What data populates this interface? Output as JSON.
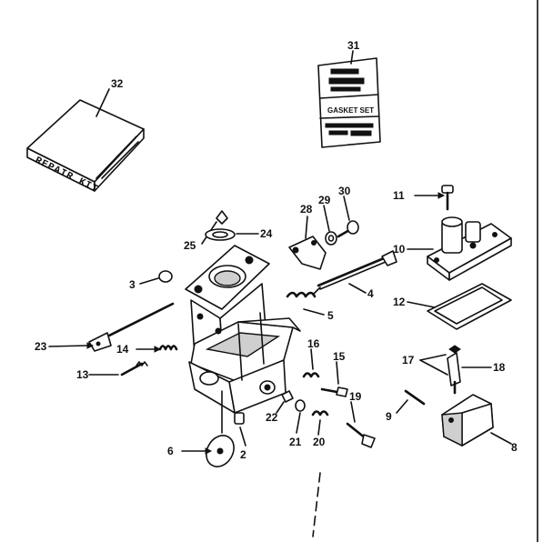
{
  "callouts": {
    "c31": "31",
    "c32": "32",
    "c11": "11",
    "c10": "10",
    "c12": "12",
    "c28": "28",
    "c29": "29",
    "c30": "30",
    "c25": "25",
    "c24": "24",
    "c3": "3",
    "c4": "4",
    "c5": "5",
    "c23": "23",
    "c14": "14",
    "c13": "13",
    "c16": "16",
    "c15": "15",
    "c17": "17",
    "c18": "18",
    "c19": "19",
    "c9": "9",
    "c22": "22",
    "c21": "21",
    "c20": "20",
    "c6": "6",
    "c2": "2",
    "c8": "8"
  },
  "repair_kit": {
    "label": "REPAIR KIT"
  },
  "gasket_card": {
    "header": "GASKET SET"
  }
}
